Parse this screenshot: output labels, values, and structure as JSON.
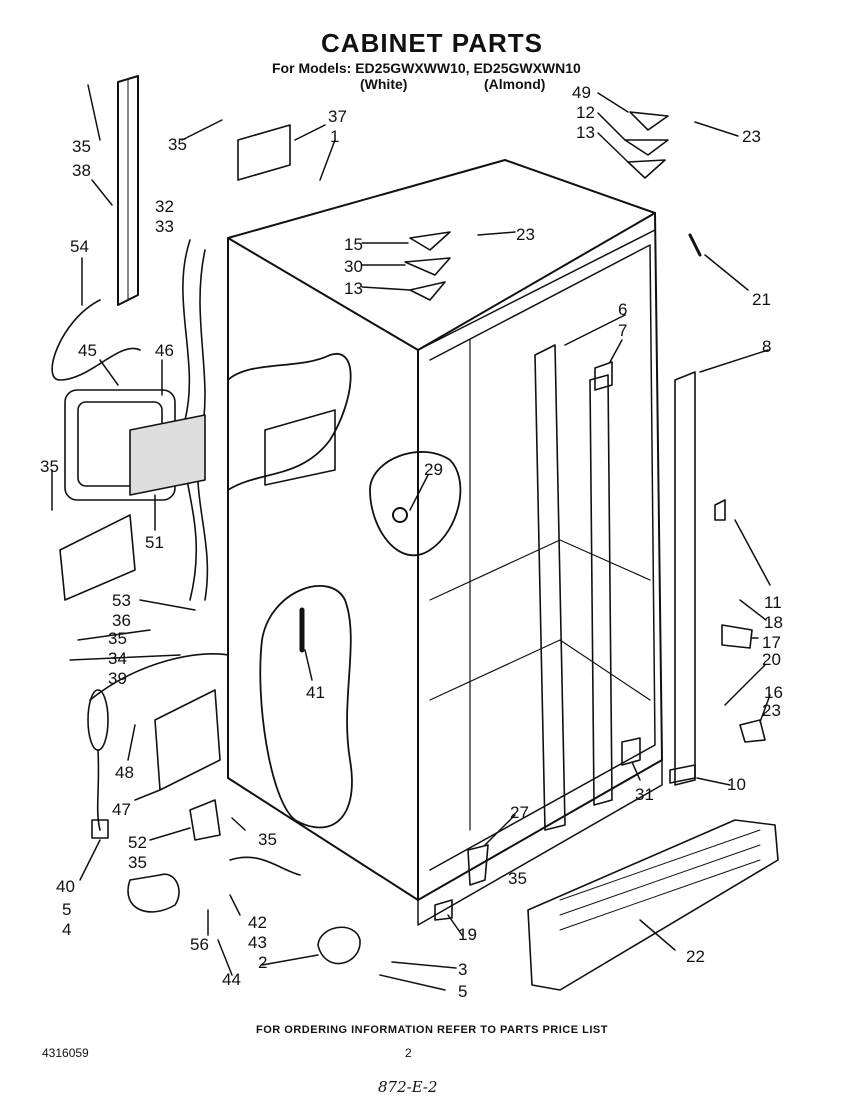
{
  "header": {
    "title": "CABINET PARTS",
    "models_line": "For Models: ED25GWXWW10, ED25GWXWN10",
    "variant_white": "(White)",
    "variant_almond": "(Almond)"
  },
  "footer": {
    "ordering_note": "FOR ORDERING INFORMATION REFER TO PARTS PRICE LIST",
    "document_number": "4316059",
    "page_number": "2",
    "handwritten_code": "872-E-2"
  },
  "callouts": [
    "35",
    "38",
    "54",
    "45",
    "46",
    "35",
    "51",
    "53",
    "36",
    "35",
    "34",
    "39",
    "48",
    "47",
    "40",
    "5",
    "4",
    "52",
    "35",
    "35",
    "56",
    "43",
    "44",
    "42",
    "2",
    "3",
    "5",
    "32",
    "33",
    "37",
    "1",
    "35",
    "15",
    "30",
    "13",
    "23",
    "49",
    "12",
    "13",
    "23",
    "21",
    "6",
    "7",
    "8",
    "29",
    "41",
    "11",
    "18",
    "17",
    "20",
    "16",
    "23",
    "31",
    "10",
    "27",
    "35",
    "19",
    "22"
  ]
}
